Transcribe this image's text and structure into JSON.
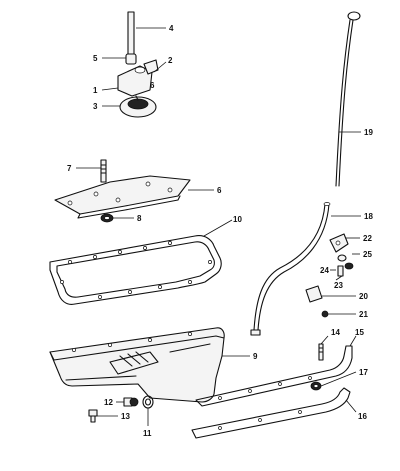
{
  "diagram": {
    "callouts": {
      "c1": "1",
      "c2": "2",
      "c3": "3",
      "c4": "4",
      "c5": "5",
      "c6": "6",
      "c6b": "6",
      "c7": "7",
      "c8": "8",
      "c9": "9",
      "c10": "10",
      "c11": "11",
      "c12": "12",
      "c13": "13",
      "c14": "14",
      "c15": "15",
      "c16": "16",
      "c17": "17",
      "c18": "18",
      "c19": "19",
      "c20": "20",
      "c21": "21",
      "c22": "22",
      "c23": "23",
      "c24": "24",
      "c25": "25"
    }
  }
}
